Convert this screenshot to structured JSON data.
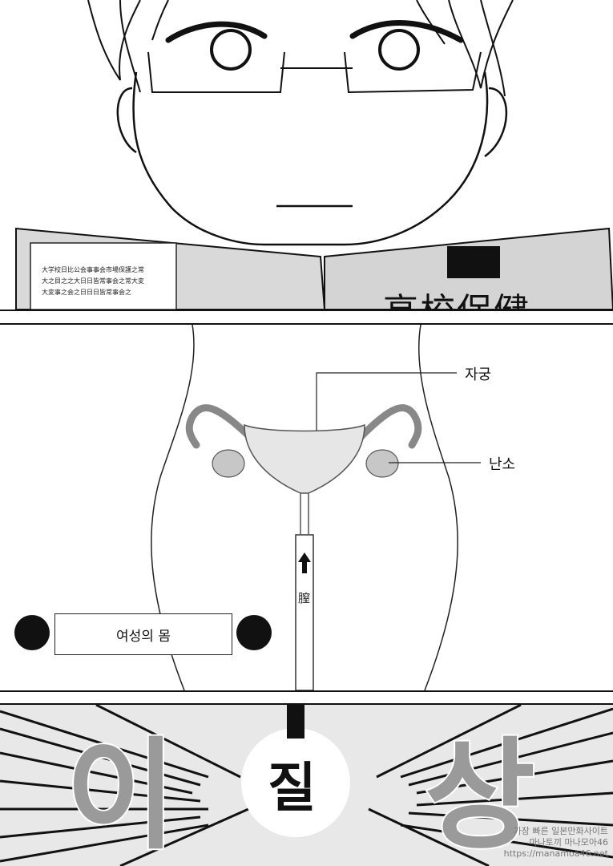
{
  "panel_middle": {
    "label_uterus": "자궁",
    "label_ovary": "난소",
    "canal_label": "膣",
    "caption": "여성의 몸"
  },
  "panel_bottom": {
    "left_char": "이",
    "center_char": "질",
    "right_char": "상"
  },
  "book": {
    "cover_text": "高校保健",
    "page_text_lines": [
      "大学校日比公会事事会市場保護之常",
      "大之目之之大日日皆常事会之常大変",
      "大変事之会之日日日皆常事会之"
    ]
  },
  "watermark": {
    "line1": "가장 빠른 일본만화사이트",
    "line2": "마나토끼 마나모아46",
    "line3": "https://manamoa46.net"
  }
}
